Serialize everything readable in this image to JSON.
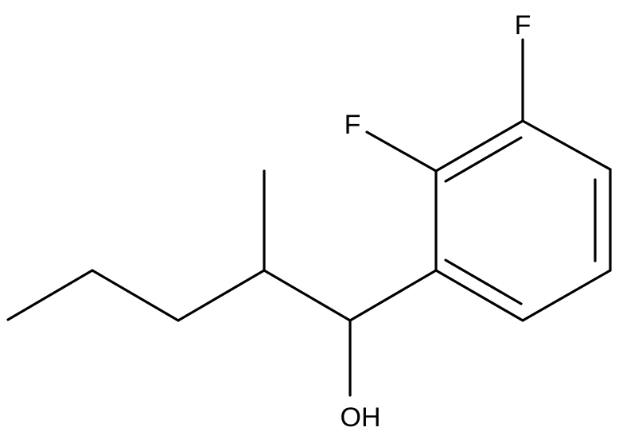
{
  "molecule": {
    "atoms": {
      "fluorine_top": "F",
      "fluorine_ortho": "F",
      "hydroxyl": "OH"
    },
    "line_color": "#000000",
    "background": "#ffffff"
  }
}
